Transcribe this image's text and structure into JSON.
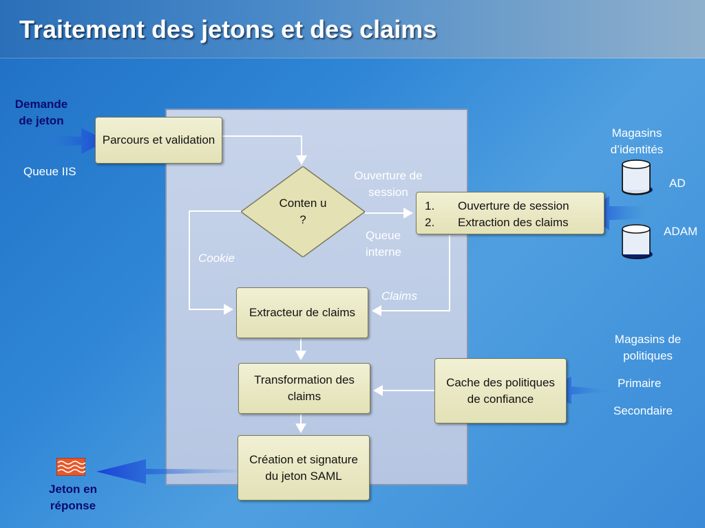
{
  "slide": {
    "title": "Traitement des jetons et des claims"
  },
  "boxes": {
    "parcours": "Parcours et validation",
    "diamond": "Conten u ?",
    "extracteur": "Extracteur de claims",
    "transformation": "Transformation des claims",
    "creation": "Création et signature du jeton SAML",
    "cache": "Cache des politiques de confiance",
    "session_items": [
      {
        "num": "1.",
        "text": "Ouverture de session"
      },
      {
        "num": "2.",
        "text": "Extraction des claims"
      }
    ]
  },
  "labels": {
    "demande": "Demande de jeton",
    "queue_iis": "Queue IIS",
    "ouverture": "Ouverture de session",
    "queue_interne": "Queue interne",
    "cookie": "Cookie",
    "claims": "Claims",
    "magasins_identites": "Magasins d’identités",
    "ad": "AD",
    "adam": "ADAM",
    "magasins_politiques": "Magasins de politiques",
    "primaire": "Primaire",
    "secondaire": "Secondaire",
    "jeton_reponse": "Jeton en réponse"
  },
  "icons": {
    "database": "database-icon",
    "token": "saml-token-icon"
  },
  "colors": {
    "box_fill": "#ece9c4",
    "panel_fill": "#bfcde6",
    "arrow_blue": "#1a3fd8",
    "label_dark": "#0a0a6e"
  }
}
